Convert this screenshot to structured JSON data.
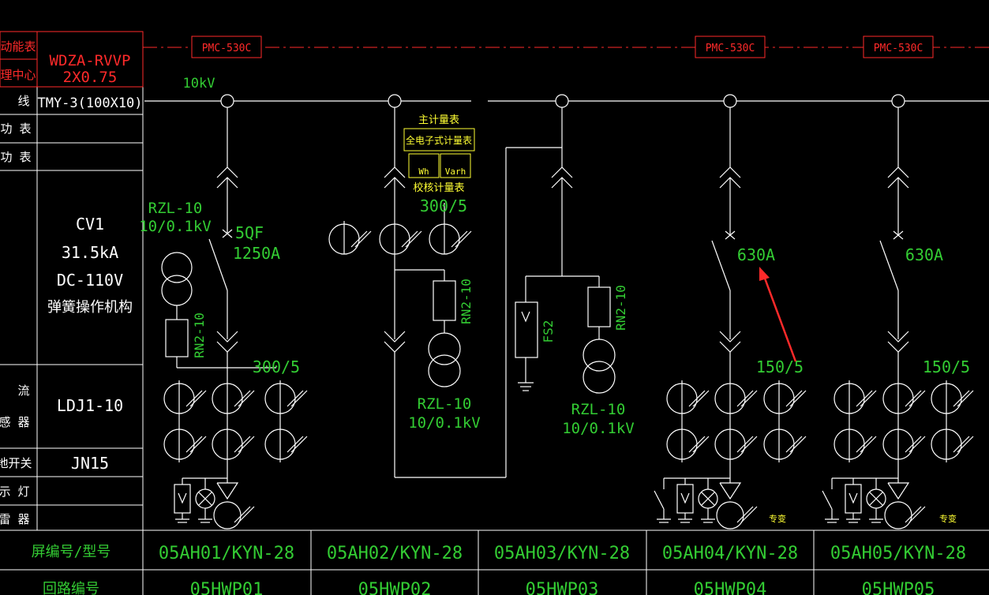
{
  "colors": {
    "background": "#000000",
    "line": "#ffffff",
    "label_green": "#33cc33",
    "label_red": "#ff2a2a",
    "label_yellow": "#ffff33",
    "arrow": "#ff2a2a"
  },
  "left_table": {
    "rows": [
      {
        "label": "动能表",
        "value": "WDZA-RVVP 2X0.75"
      },
      {
        "label": "理中心",
        "value": ""
      },
      {
        "label": "线",
        "value": "TMY-3(100X10)"
      },
      {
        "label": "功 表",
        "value": ""
      },
      {
        "label": "功 表",
        "value": ""
      },
      {
        "label": "",
        "value_lines": [
          "CV1",
          "31.5kA",
          "DC-110V",
          "弹簧操作机构"
        ]
      },
      {
        "label": "流 感 器",
        "value": "LDJ1-10"
      },
      {
        "label": "地开关",
        "value": "JN15"
      },
      {
        "label": "示 灯",
        "value": ""
      },
      {
        "label": "雷 器",
        "value": ""
      }
    ],
    "value_line1": "WDZA-RVVP",
    "value_line2": "2X0.75",
    "busbar": "TMY-3(100X10)",
    "breaker_lines": [
      "CV1",
      "31.5kA",
      "DC-110V",
      "弹簧操作机构"
    ],
    "ct": "LDJ1-10",
    "earth_switch": "JN15",
    "labels": {
      "l1": "动能表",
      "l2": "理中心",
      "l3": "线",
      "l4": "功 表",
      "l5": "功 表",
      "l6a": "流",
      "l6b": "感 器",
      "l7": "地开关",
      "l8": "示 灯",
      "l9": "雷 器"
    }
  },
  "top": {
    "pmc1": "PMC-530C",
    "pmc2": "PMC-530C",
    "pmc3": "PMC-530C",
    "voltage": "10kV"
  },
  "panel1": {
    "pt_model": "RZL-10",
    "pt_ratio": "10/0.1kV",
    "breaker": "5QF",
    "breaker_rating": "1250A",
    "fuse": "RN2-10",
    "ct_ratio": "300/5"
  },
  "panel2": {
    "meter_title": "主计量表",
    "meter_name": "全电子式计量表",
    "wh": "Wh",
    "varh": "Varh",
    "check_meter": "校核计量表",
    "ct_ratio": "300/5",
    "fuse": "RN2-10",
    "pt_model": "RZL-10",
    "pt_ratio": "10/0.1kV"
  },
  "panel3": {
    "fs": "FS2",
    "fuse": "RN2-10",
    "pt_model": "RZL-10",
    "pt_ratio": "10/0.1kV"
  },
  "panel4": {
    "breaker_rating": "630A",
    "ct_ratio": "150/5",
    "note": "专变"
  },
  "panel5": {
    "breaker_rating": "630A",
    "ct_ratio": "150/5",
    "note": "专变"
  },
  "bottom_table": {
    "row1_label": "屏编号/型号",
    "row2_label": "回路编号",
    "cells1": [
      "05AH01/KYN-28",
      "05AH02/KYN-28",
      "05AH03/KYN-28",
      "05AH04/KYN-28",
      "05AH05/KYN-28"
    ],
    "cells2": [
      "05HWP01",
      "05HWP02",
      "05HWP03",
      "05HWP04",
      "05HWP05"
    ]
  }
}
